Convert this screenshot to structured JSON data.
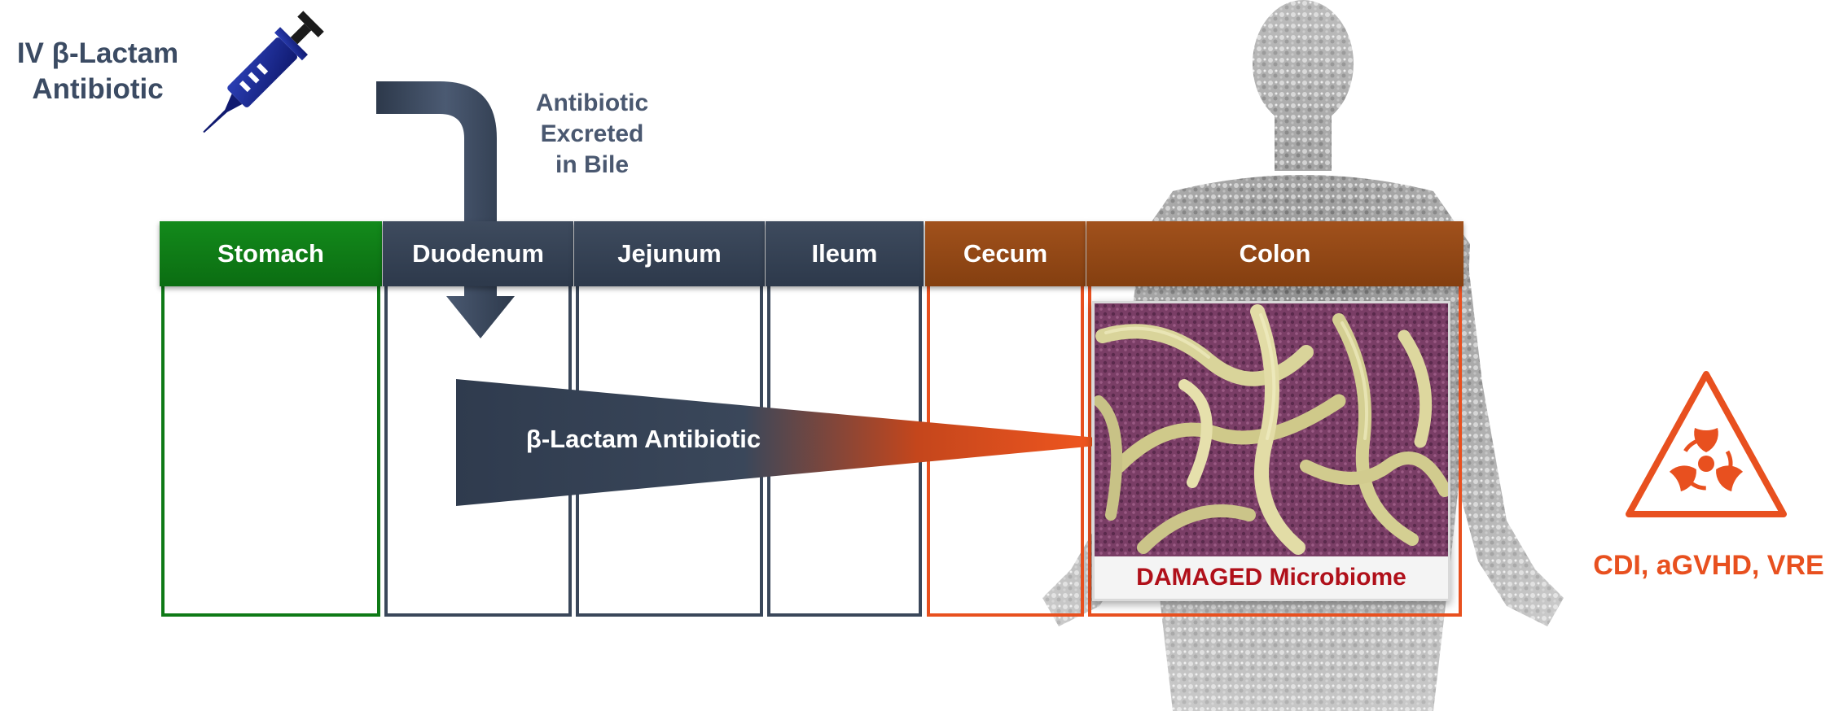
{
  "injection": {
    "label_line1": "IV β-Lactam",
    "label_line2": "Antibiotic",
    "icon": "syringe-icon"
  },
  "bile": {
    "line1": "Antibiotic",
    "line2": "Excreted",
    "line3": "in Bile"
  },
  "segments": [
    {
      "label": "Stomach"
    },
    {
      "label": "Duodenum"
    },
    {
      "label": "Jejunum"
    },
    {
      "label": "Ileum"
    },
    {
      "label": "Cecum"
    },
    {
      "label": "Colon"
    }
  ],
  "gradient_wedge": {
    "label": "β-Lactam Antibiotic"
  },
  "microbiome": {
    "caption": "DAMAGED Microbiome"
  },
  "outcome": {
    "label": "CDI, aGVHD, VRE",
    "icon": "biohazard-icon"
  },
  "colors": {
    "stomach": "#0e7a16",
    "small_intestine": "#3a475a",
    "large_intestine": "#e8501f",
    "colon_header": "#8f4413",
    "damaged_text": "#b0101a"
  }
}
